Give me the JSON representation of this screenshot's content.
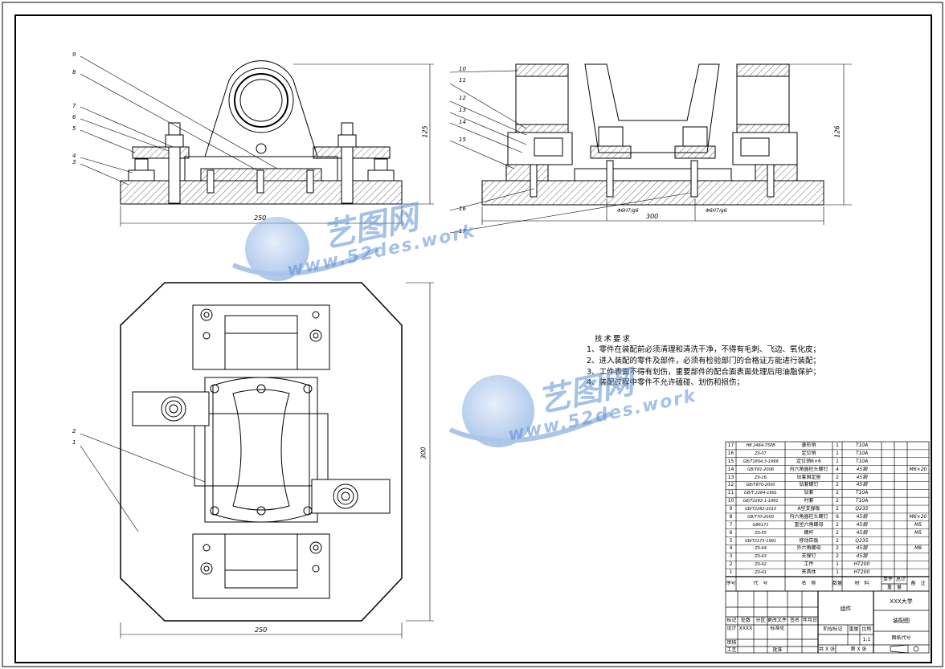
{
  "front_view": {
    "dims": {
      "width": "250",
      "height": "125"
    },
    "balloons": [
      "9",
      "8",
      "7",
      "6",
      "5",
      "4",
      "3"
    ]
  },
  "side_view": {
    "dims": {
      "width": "300",
      "height": "126",
      "fit_left": "Φ6H7/g6",
      "fit_right": "Φ6H7/g6"
    },
    "balloons": [
      "10",
      "11",
      "12",
      "13",
      "14",
      "15",
      "16",
      "17"
    ]
  },
  "top_view": {
    "dims": {
      "width": "250",
      "height": "300"
    },
    "balloons": [
      "2",
      "1"
    ]
  },
  "tech_requirements": {
    "title": "技术要求",
    "items": [
      "1、零件在装配前必须清理和清洗干净，不得有毛刺、飞边、氧化皮；",
      "2、进入装配的零件及部件，必须有检验部门的合格证方能进行装配；",
      "3、工件表面不得有划伤，重要部件的配合面表面处理后用油脂保护；",
      "4、装配过程中零件不允许磕碰、划伤和损伤；"
    ]
  },
  "watermark": {
    "brand": "艺图网",
    "url": "www.52des.work"
  },
  "bom": {
    "rows": [
      {
        "no": "17",
        "code": "HB 2464-75PB",
        "name": "菱形销",
        "qty": "1",
        "material": "T10A",
        "note": ""
      },
      {
        "no": "16",
        "code": "ZX-07",
        "name": "定位销",
        "qty": "1",
        "material": "T10A",
        "note": ""
      },
      {
        "no": "15",
        "code": "GB/T1804.3-1999",
        "name": "定位销6×6",
        "qty": "1",
        "material": "T10A",
        "note": ""
      },
      {
        "no": "14",
        "code": "GB/T81-2006",
        "name": "内六角圆柱头螺钉",
        "qty": "4",
        "material": "45钢",
        "note": "M6×20"
      },
      {
        "no": "13",
        "code": "ZX-16",
        "name": "钻套固定座",
        "qty": "2",
        "material": "45钢",
        "note": ""
      },
      {
        "no": "12",
        "code": "GB/T870-2000",
        "name": "钻套螺钉",
        "qty": "2",
        "material": "45钢",
        "note": ""
      },
      {
        "no": "11",
        "code": "GB/T 2264-1991",
        "name": "钻套",
        "qty": "2",
        "material": "T10A",
        "note": ""
      },
      {
        "no": "10",
        "code": "GB/T2263.1-1991",
        "name": "衬套",
        "qty": "2",
        "material": "T10A",
        "note": ""
      },
      {
        "no": "9",
        "code": "GB/T2262-2010",
        "name": "A型支撑板",
        "qty": "2",
        "material": "Q235",
        "note": ""
      },
      {
        "no": "8",
        "code": "GB/T70-2000",
        "name": "内六角圆柱头螺钉",
        "qty": "6",
        "material": "45钢",
        "note": "M6×20"
      },
      {
        "no": "7",
        "code": "GB6171",
        "name": "重型六角螺母",
        "qty": "2",
        "material": "45钢",
        "note": "M5"
      },
      {
        "no": "6",
        "code": "ZX-55",
        "name": "螺杆",
        "qty": "2",
        "material": "45钢",
        "note": "M5"
      },
      {
        "no": "5",
        "code": "GB/T2173-1991",
        "name": "移动压板",
        "qty": "2",
        "material": "Q235",
        "note": ""
      },
      {
        "no": "4",
        "code": "ZX-44",
        "name": "外六角螺母",
        "qty": "2",
        "material": "45钢",
        "note": "M8"
      },
      {
        "no": "3",
        "code": "ZX-43",
        "name": "支撑钉",
        "qty": "2",
        "material": "45钢",
        "note": ""
      },
      {
        "no": "2",
        "code": "ZX-42",
        "name": "工件",
        "qty": "1",
        "material": "HT200",
        "note": ""
      },
      {
        "no": "1",
        "code": "ZX-41",
        "name": "夹具体",
        "qty": "1",
        "material": "HT200",
        "note": ""
      }
    ],
    "headers": {
      "no": "序号",
      "code": "代　号",
      "name": "名　称",
      "qty": "数量",
      "material": "材　料",
      "unit": "单件",
      "total": "总计",
      "weight": "重　量",
      "note": "备　注"
    }
  },
  "title_block": {
    "school": "XXX大学",
    "drawing_name": "装配图",
    "group": "组件",
    "drawing_no": "图纸代号",
    "scale_label": "比例",
    "scale": "1:1",
    "weight_label": "重量",
    "stage_label": "阶段标记",
    "sheet_total": "共 X 张",
    "sheet_no": "第 X 张",
    "labels": {
      "mark": "标记",
      "count": "处数",
      "zone": "分区",
      "doc": "更改文件号",
      "sign": "签名",
      "date": "年月日",
      "design": "设计",
      "designer": "XXXX",
      "std": "标准化",
      "review": "审核",
      "process": "工艺",
      "approve": "批准"
    }
  },
  "colors": {
    "line": "#000000",
    "watermark": "#5b8fd6"
  }
}
